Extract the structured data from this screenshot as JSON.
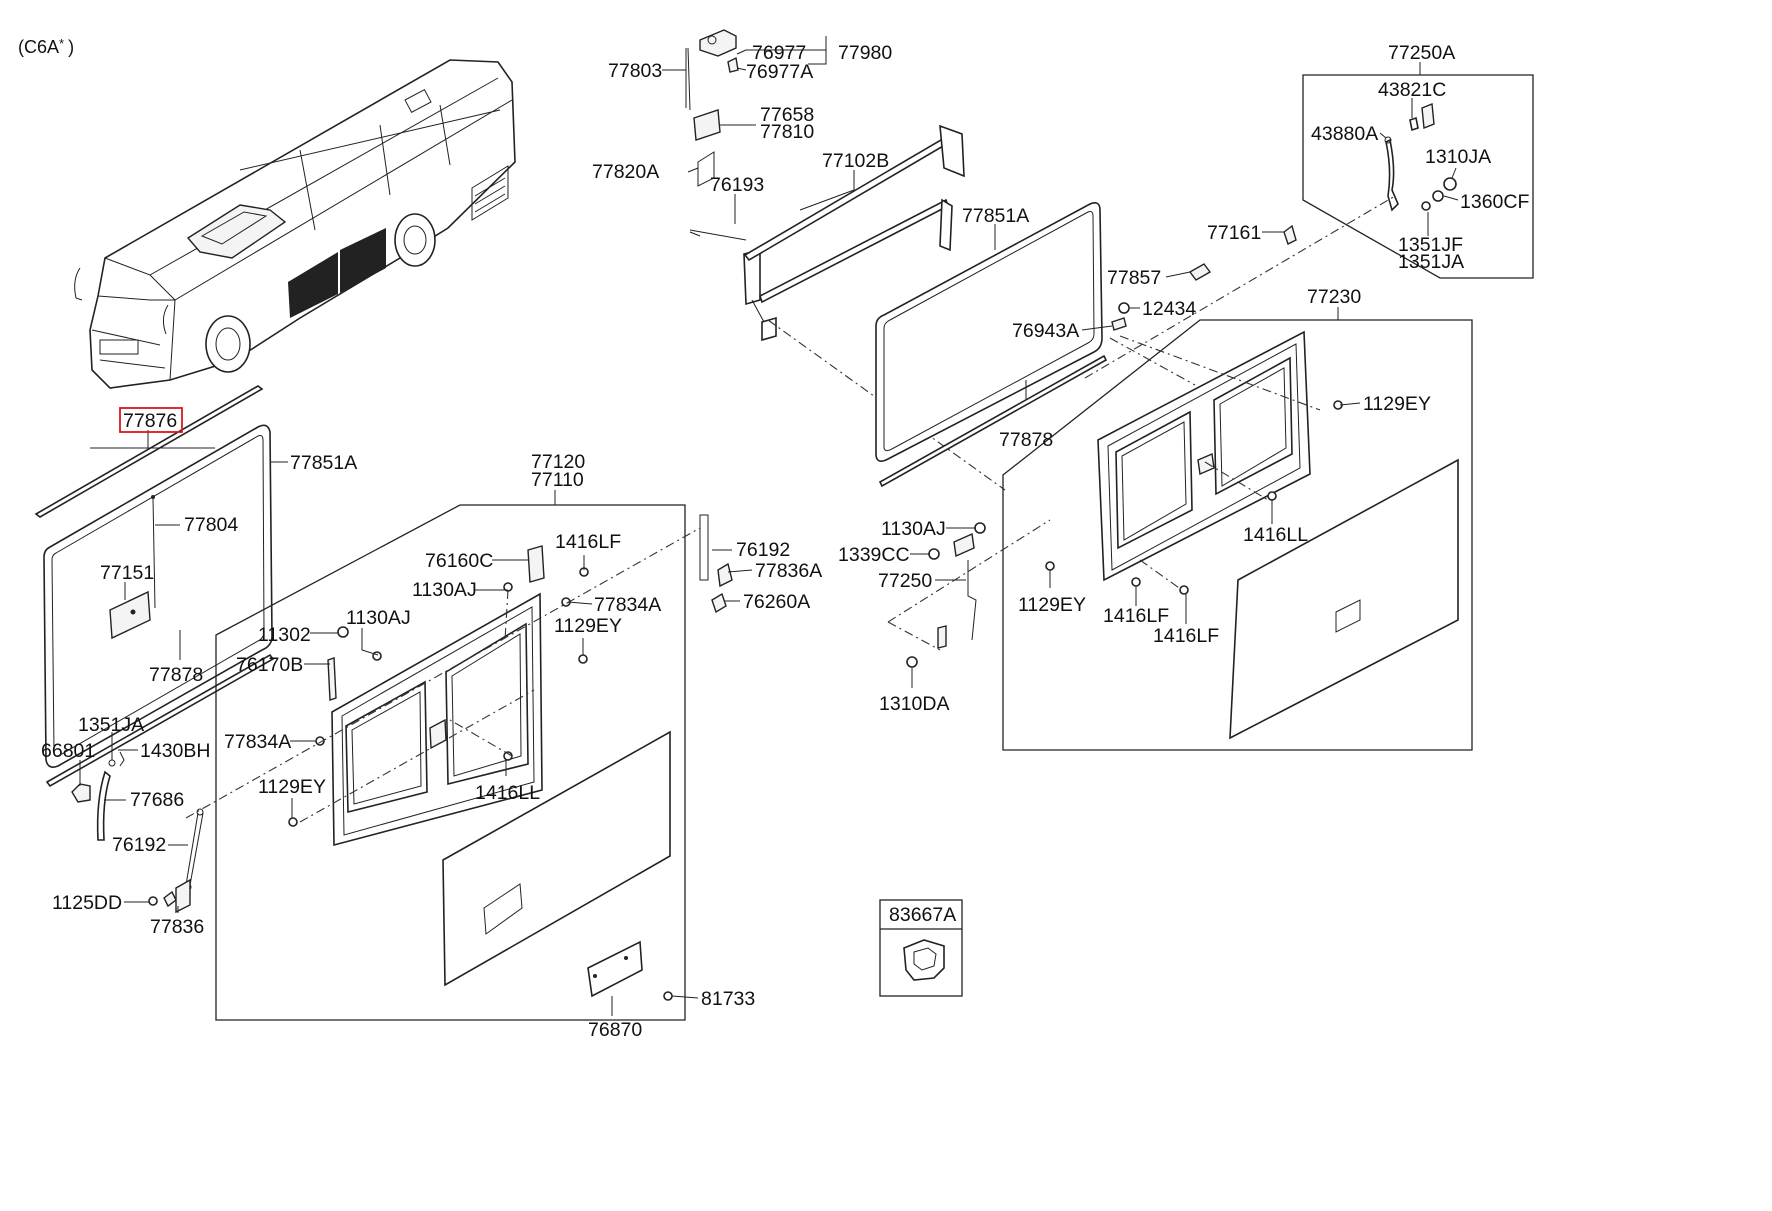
{
  "model_code": "(C6A",
  "model_code_mark": "*",
  "model_code_close": ")",
  "highlight_color": "#d6181f",
  "highlighted_part": "77876",
  "labels": {
    "p77876": "77876",
    "p77851A_left": "77851A",
    "p77804": "77804",
    "p77151": "77151",
    "p77878_left": "77878",
    "p1351JA_left": "1351JA",
    "p66801": "66801",
    "p1430BH": "1430BH",
    "p77686": "77686",
    "p76192_left": "76192",
    "p1125DD": "1125DD",
    "p77836": "77836",
    "p77120": "77120",
    "p77110": "77110",
    "p76160C": "76160C",
    "p1416LF_a": "1416LF",
    "p1130AJ_a": "1130AJ",
    "p76192_mid": "76192",
    "p77836A": "77836A",
    "p76260A": "76260A",
    "p77834A_a": "77834A",
    "p11302": "11302",
    "p1130AJ_b": "1130AJ",
    "p1129EY_a": "1129EY",
    "p76170B": "76170B",
    "p77834A_b": "77834A",
    "p1129EY_b": "1129EY",
    "p1416LL_a": "1416LL",
    "p76870": "76870",
    "p81733": "81733",
    "p77803": "77803",
    "p76977": "76977",
    "p76977A": "76977A",
    "p77980": "77980",
    "p77658": "77658",
    "p77810": "77810",
    "p77820A": "77820A",
    "p76193": "76193",
    "p77102B": "77102B",
    "p77851A_right": "77851A",
    "p77878_right": "77878",
    "p76943A": "76943A",
    "p12434": "12434",
    "p77857": "77857",
    "p77161": "77161",
    "p77250A": "77250A",
    "p43821C": "43821C",
    "p43880A": "43880A",
    "p1310JA": "1310JA",
    "p1360CF": "1360CF",
    "p1351JF": "1351JF",
    "p1351JA_right": "1351JA",
    "p77230": "77230",
    "p1129EY_c": "1129EY",
    "p1416LL_b": "1416LL",
    "p1130AJ_c": "1130AJ",
    "p1339CC": "1339CC",
    "p77250": "77250",
    "p1129EY_d": "1129EY",
    "p1416LF_b": "1416LF",
    "p1416LF_c": "1416LF",
    "p1310DA": "1310DA",
    "p83667A": "83667A"
  }
}
